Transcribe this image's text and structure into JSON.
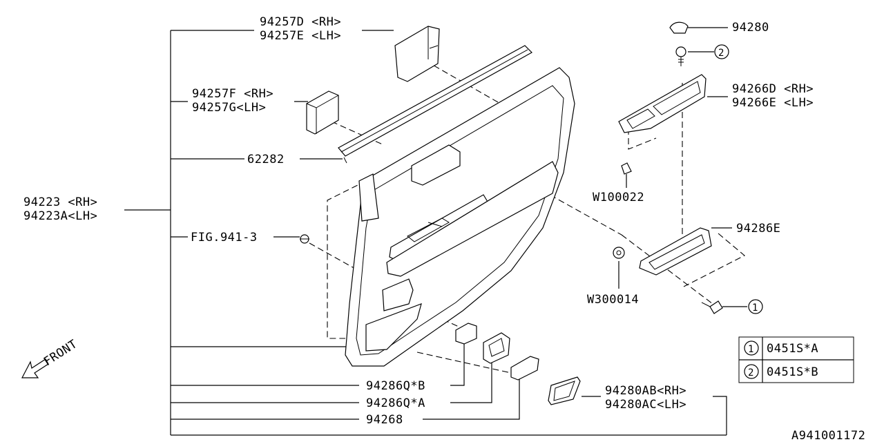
{
  "diagram_code": "A941001172",
  "front_label": "FRONT",
  "labels": {
    "p94257D": "94257D <RH>",
    "p94257E": "94257E <LH>",
    "p94257F": "94257F <RH>",
    "p94257G": "94257G<LH>",
    "p62282": "62282",
    "p94223": "94223 <RH>",
    "p94223A": "94223A<LH>",
    "fig": "FIG.941-3",
    "p94286QB": "94286Q*B",
    "p94286QA": "94286Q*A",
    "p94268": "94268",
    "p94280": "94280",
    "p94266D": "94266D <RH>",
    "p94266E": "94266E <LH>",
    "w100022": "W100022",
    "p94286E": "94286E",
    "w300014": "W300014",
    "p94280AB": "94280AB<RH>",
    "p94280AC": "94280AC<LH>"
  },
  "callouts": {
    "one": "1",
    "two": "2"
  },
  "legend": {
    "rows": [
      {
        "marker": "1",
        "part": "0451S*A"
      },
      {
        "marker": "2",
        "part": "0451S*B"
      }
    ]
  }
}
